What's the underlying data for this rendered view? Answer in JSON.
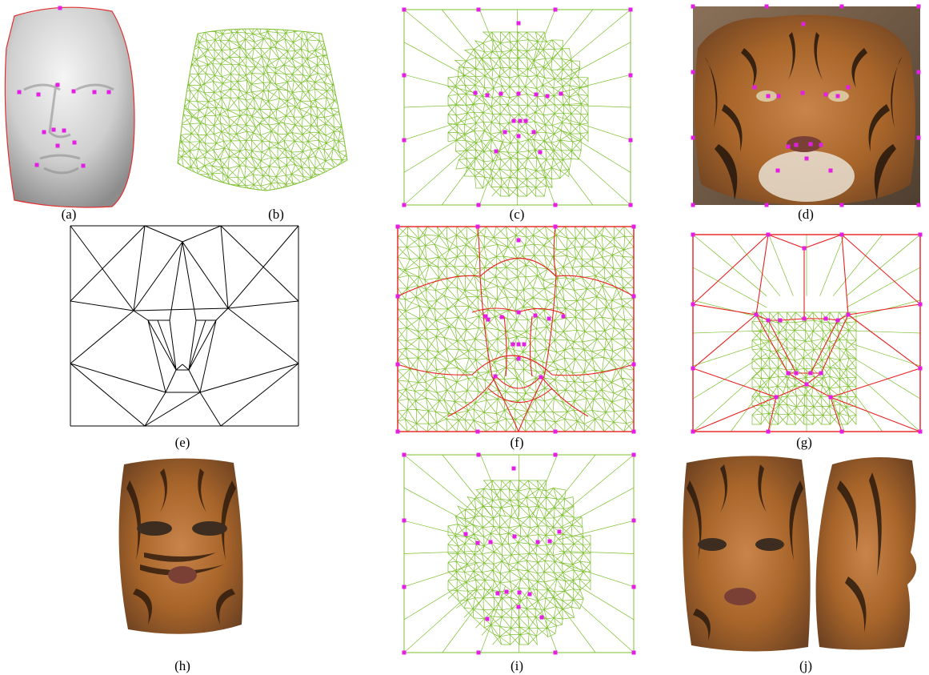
{
  "figure": {
    "panels": [
      {
        "id": "a",
        "label": "(a)"
      },
      {
        "id": "b",
        "label": "(b)"
      },
      {
        "id": "c",
        "label": "(c)"
      },
      {
        "id": "d",
        "label": "(d)"
      },
      {
        "id": "e",
        "label": "(e)"
      },
      {
        "id": "f",
        "label": "(f)"
      },
      {
        "id": "g",
        "label": "(g)"
      },
      {
        "id": "h",
        "label": "(h)"
      },
      {
        "id": "i",
        "label": "(i)"
      },
      {
        "id": "j",
        "label": "(j)"
      }
    ]
  },
  "colors": {
    "mesh": "#7cbf2e",
    "feature_point": "#e41ee4",
    "constraint_edge": "#e82020",
    "outline": "#e03030",
    "face_gray": "#c8c8c8",
    "wireframe": "#000000",
    "tiger_orange": "#b9722c",
    "tiger_dark": "#3a2416"
  }
}
